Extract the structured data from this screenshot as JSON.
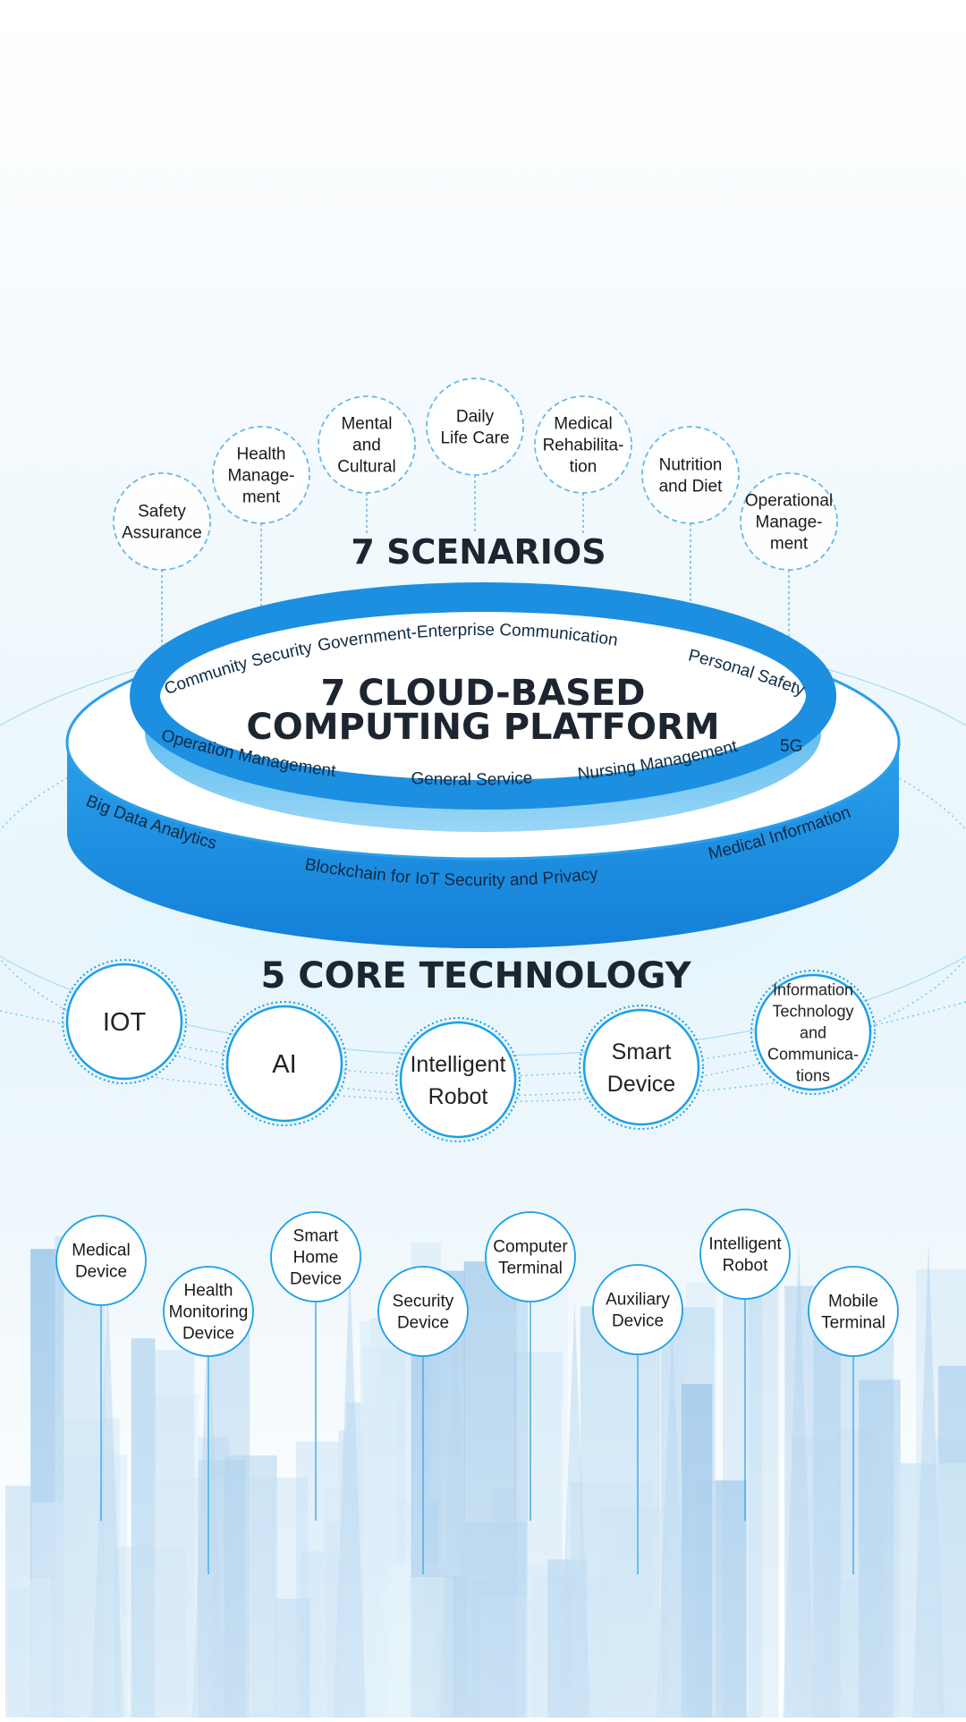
{
  "scenarios": {
    "title": "7 SCENARIOS",
    "items": [
      {
        "lines": [
          "Safety",
          "Assurance"
        ]
      },
      {
        "lines": [
          "Health",
          "Manage-",
          "ment"
        ]
      },
      {
        "lines": [
          "Mental",
          "and",
          "Cultural"
        ]
      },
      {
        "lines": [
          "Daily",
          "Life Care"
        ]
      },
      {
        "lines": [
          "Medical",
          "Rehabilita-",
          "tion"
        ]
      },
      {
        "lines": [
          "Nutrition",
          "and Diet"
        ]
      },
      {
        "lines": [
          "Operational",
          "Manage-",
          "ment"
        ]
      }
    ]
  },
  "platform": {
    "title_line1": "7 CLOUD-BASED",
    "title_line2": "COMPUTING PLATFORM",
    "upper_ring_labels": [
      "Community Security",
      "Government-Enterprise Communication",
      "Personal Safety",
      "Operation Management",
      "General Service",
      "Nursing Management",
      "5G"
    ],
    "lower_ring_labels": [
      "Big Data Analytics",
      "Blockchain for IoT Security and Privacy",
      "Medical Information"
    ]
  },
  "core": {
    "title": "5 CORE TECHNOLOGY",
    "items": [
      {
        "lines": [
          "IOT"
        ]
      },
      {
        "lines": [
          "AI"
        ]
      },
      {
        "lines": [
          "Intelligent",
          "Robot"
        ]
      },
      {
        "lines": [
          "Smart",
          "Device"
        ]
      },
      {
        "lines": [
          "Information",
          "Technology",
          "and",
          "Communica-",
          "tions"
        ]
      }
    ]
  },
  "devices": {
    "items": [
      {
        "lines": [
          "Medical",
          "Device"
        ]
      },
      {
        "lines": [
          "Health",
          "Monitoring",
          "Device"
        ]
      },
      {
        "lines": [
          "Smart",
          "Home",
          "Device"
        ]
      },
      {
        "lines": [
          "Security",
          "Device"
        ]
      },
      {
        "lines": [
          "Computer",
          "Terminal"
        ]
      },
      {
        "lines": [
          "Auxiliary",
          "Device"
        ]
      },
      {
        "lines": [
          "Intelligent",
          "Robot"
        ]
      },
      {
        "lines": [
          "Mobile",
          "Terminal"
        ]
      }
    ]
  },
  "colors": {
    "accent": "#1aa0e8",
    "ring_dark": "#1c8fe0",
    "ring_light": "#8fd0f5",
    "dashed_stroke": "#6ab8e8",
    "title": "#1d2530",
    "city": "#9ec9ea"
  }
}
